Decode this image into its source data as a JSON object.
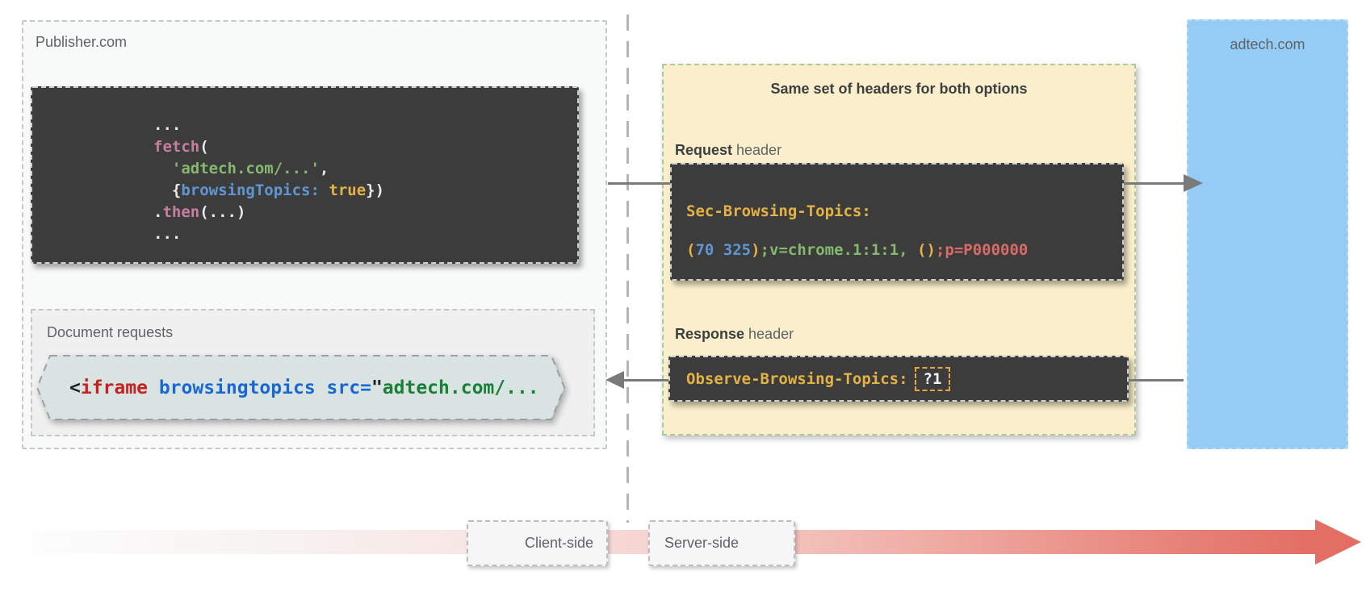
{
  "diagram": {
    "publisher": {
      "label": "Publisher.com",
      "fetch_code": [
        [
          {
            "t": "...",
            "c": "fg"
          }
        ],
        [
          {
            "t": "fetch",
            "c": "pink"
          },
          {
            "t": "(",
            "c": "fg"
          }
        ],
        [
          {
            "t": "  ",
            "c": "fg"
          },
          {
            "t": "'adtech.com/...'",
            "c": "green"
          },
          {
            "t": ",",
            "c": "fg"
          }
        ],
        [
          {
            "t": "  {",
            "c": "fg"
          },
          {
            "t": "browsingTopics:",
            "c": "blue"
          },
          {
            "t": " ",
            "c": "fg"
          },
          {
            "t": "true",
            "c": "yellow"
          },
          {
            "t": "})",
            "c": "fg"
          }
        ],
        [
          {
            "t": ".",
            "c": "fg"
          },
          {
            "t": "then",
            "c": "pink"
          },
          {
            "t": "(...)",
            "c": "fg"
          }
        ],
        [
          {
            "t": "...",
            "c": "fg"
          }
        ]
      ],
      "document_requests": {
        "label": "Document requests",
        "iframe_code": [
          [
            {
              "t": "<",
              "c": "dk"
            },
            {
              "t": "iframe",
              "c": "rd"
            },
            {
              "t": " ",
              "c": "dk"
            },
            {
              "t": "browsingtopics",
              "c": "bl"
            },
            {
              "t": " ",
              "c": "dk"
            },
            {
              "t": "src=",
              "c": "bl"
            },
            {
              "t": "\"",
              "c": "dk"
            },
            {
              "t": "adtech.com/...",
              "c": "gr"
            }
          ]
        ]
      }
    },
    "headers_panel": {
      "title": "Same set of headers for both options",
      "request_label_bold": "Request",
      "request_label_rest": " header",
      "request_code": [
        [
          {
            "t": "Sec-Browsing-Topics:",
            "c": "yellow"
          }
        ],
        [
          {
            "t": "(",
            "c": "yellow"
          },
          {
            "t": "70 325",
            "c": "blue"
          },
          {
            "t": ")",
            "c": "yellow"
          },
          {
            "t": ";",
            "c": "green"
          },
          {
            "t": "v=chrome.1:1:1,",
            "c": "green"
          },
          {
            "t": " ",
            "c": "fg"
          },
          {
            "t": "()",
            "c": "yellow"
          },
          {
            "t": ";p=P000000",
            "c": "red"
          }
        ]
      ],
      "response_label_bold": "Response",
      "response_label_rest": " header",
      "response_code": [
        [
          {
            "t": "Observe-Browsing-Topics:",
            "c": "yellow"
          },
          {
            "t": "?1",
            "c": "boxed"
          }
        ]
      ]
    },
    "adtech": {
      "label": "adtech.com"
    },
    "timeline": {
      "client_label": "Client-side",
      "server_label": "Server-side"
    },
    "colors": {
      "headers_panel_bg": "#faefca",
      "adtech_bg": "#94ccf5",
      "code_bg": "#3c3c3c",
      "timeline_red": "#e36e64",
      "token_yellow": "#e5b345",
      "token_green": "#84b96e",
      "token_blue": "#6096d3",
      "token_pink": "#c87f9d",
      "token_red": "#d96c66",
      "iframe_red": "#c5221f",
      "iframe_blue": "#1967d2",
      "iframe_green": "#188038"
    }
  }
}
